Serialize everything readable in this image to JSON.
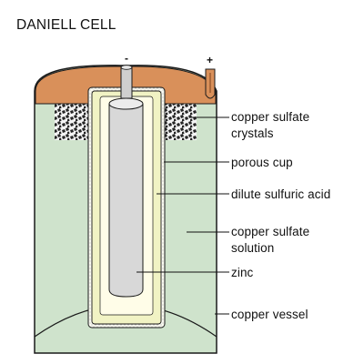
{
  "title": "DANIELL CELL",
  "terminals": {
    "negative": "-",
    "positive": "+"
  },
  "labels": {
    "crystals_line1": "copper sulfate",
    "crystals_line2": "crystals",
    "porous_cup": "porous cup",
    "acid": "dilute sulfuric acid",
    "solution_line1": "copper sulfate",
    "solution_line2": "solution",
    "zinc": "zinc",
    "vessel": "copper vessel"
  },
  "colors": {
    "vessel_outline": "#1a1a1a",
    "lid": "#d9905a",
    "solution": "#cfe3cc",
    "porous_cup": "#f1f3c4",
    "acid": "#fffde8",
    "zinc": "#d8d8d8",
    "crystals": "#262626"
  }
}
